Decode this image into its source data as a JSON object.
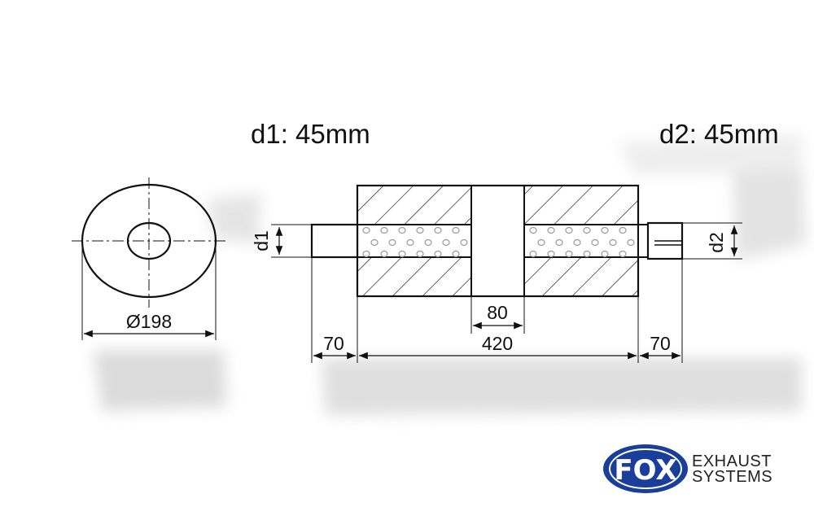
{
  "labels": {
    "d1_title": "d1: 45mm",
    "d2_title": "d2: 45mm",
    "diameter": "Ø198",
    "d1_tag": "d1",
    "d2_tag": "d2",
    "center_gap": "80",
    "body_length": "420",
    "left_pipe": "70",
    "right_pipe": "70"
  },
  "logo": {
    "mark": "FOX",
    "line1": "EXHAUST",
    "line2": "SYSTEMS"
  },
  "colors": {
    "line": "#111111",
    "perforation": "#999999",
    "logo_blue": "#1a3f9a",
    "shadow": "#dedede"
  }
}
